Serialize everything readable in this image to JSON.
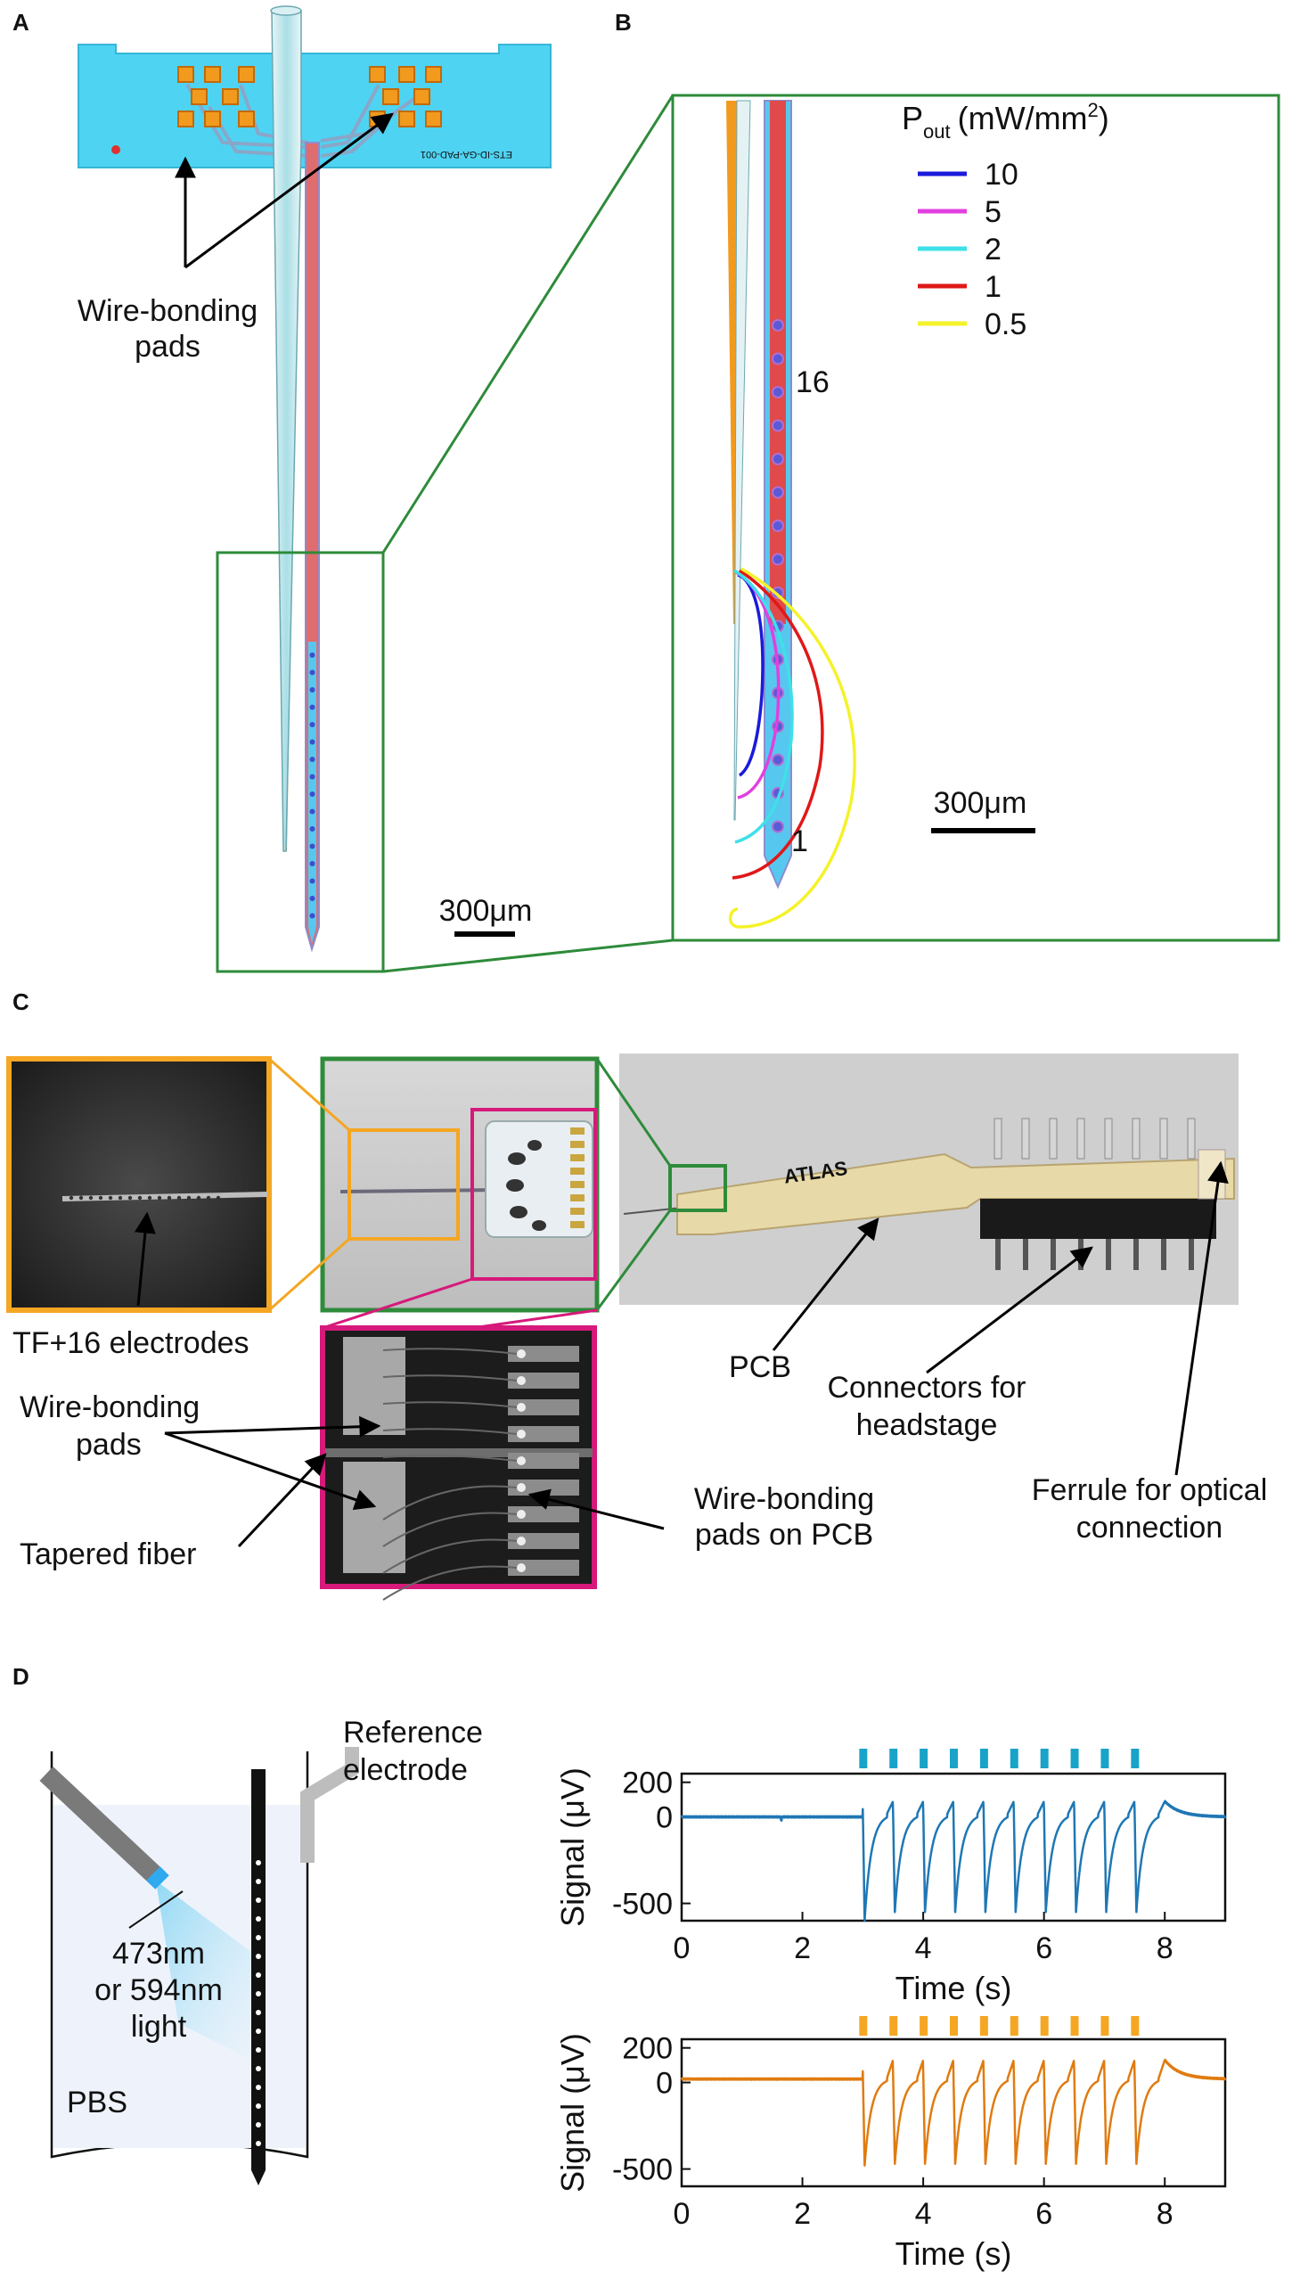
{
  "panels": {
    "A": "A",
    "B": "B",
    "C": "C",
    "D": "D"
  },
  "panelA": {
    "wire_bonding_line1": "Wire-bonding",
    "wire_bonding_line2": "pads",
    "scale_bar": "300μm",
    "chip_text": "ETS-ID-GA-PAD-001"
  },
  "panelB": {
    "legend_title_p": "P",
    "legend_title_sub": "out",
    "legend_title_unit": "(mW/mm",
    "legend_title_exp": "2",
    "legend_title_close": ")",
    "legend": [
      {
        "label": "10",
        "color": "#1a1adb"
      },
      {
        "label": "5",
        "color": "#e040e0"
      },
      {
        "label": "2",
        "color": "#3fe0e8"
      },
      {
        "label": "1",
        "color": "#e01818"
      },
      {
        "label": "0.5",
        "color": "#f4f22a"
      }
    ],
    "electrode_top": "16",
    "electrode_bottom": "1",
    "scale_bar": "300μm"
  },
  "panelC": {
    "tf16": "TF+16 electrodes",
    "wb_line1": "Wire-bonding",
    "wb_line2": "pads",
    "tapered": "Tapered fiber",
    "pcb": "PCB",
    "conn_line1": "Connectors for",
    "conn_line2": "headstage",
    "ferrule_line1": "Ferrule for optical",
    "ferrule_line2": "connection",
    "wbpcb_line1": "Wire-bonding",
    "wbpcb_line2": "pads on PCB",
    "pcb_brand": "ATLAS"
  },
  "panelD": {
    "ref_line1": "Reference",
    "ref_line2": "electrode",
    "light_line1": "473nm",
    "light_line2": "or 594nm",
    "light_line3": "light",
    "pbs": "PBS",
    "colors": {
      "blue_trace": "#1f77b4",
      "blue_pulse": "#1aa3c8",
      "orange_trace": "#e07b10",
      "orange_pulse": "#f5a623"
    }
  },
  "chart_data": [
    {
      "type": "line",
      "xlabel": "Time (s)",
      "ylabel": "Signal (μV)",
      "xlim": [
        0,
        9
      ],
      "ylim": [
        -600,
        250
      ],
      "xticks": [
        "0",
        "2",
        "4",
        "6",
        "8"
      ],
      "yticks": [
        "200",
        "0",
        "-500"
      ],
      "light_pulses_s": [
        3.0,
        3.5,
        4.0,
        4.5,
        5.0,
        5.5,
        6.0,
        6.5,
        7.0,
        7.5
      ],
      "baseline_uV": 0,
      "trough_uV": -550,
      "first_trough_uV": -600,
      "overshoot_uV": 90,
      "color": "#1f77b4"
    },
    {
      "type": "line",
      "xlabel": "Time (s)",
      "ylabel": "Signal (μV)",
      "xlim": [
        0,
        9
      ],
      "ylim": [
        -600,
        250
      ],
      "xticks": [
        "0",
        "2",
        "4",
        "6",
        "8"
      ],
      "yticks": [
        "200",
        "0",
        "-500"
      ],
      "light_pulses_s": [
        3.0,
        3.5,
        4.0,
        4.5,
        5.0,
        5.5,
        6.0,
        6.5,
        7.0,
        7.5
      ],
      "baseline_uV": 20,
      "trough_uV": -470,
      "first_trough_uV": -480,
      "overshoot_uV": 130,
      "color": "#e07b10"
    }
  ]
}
